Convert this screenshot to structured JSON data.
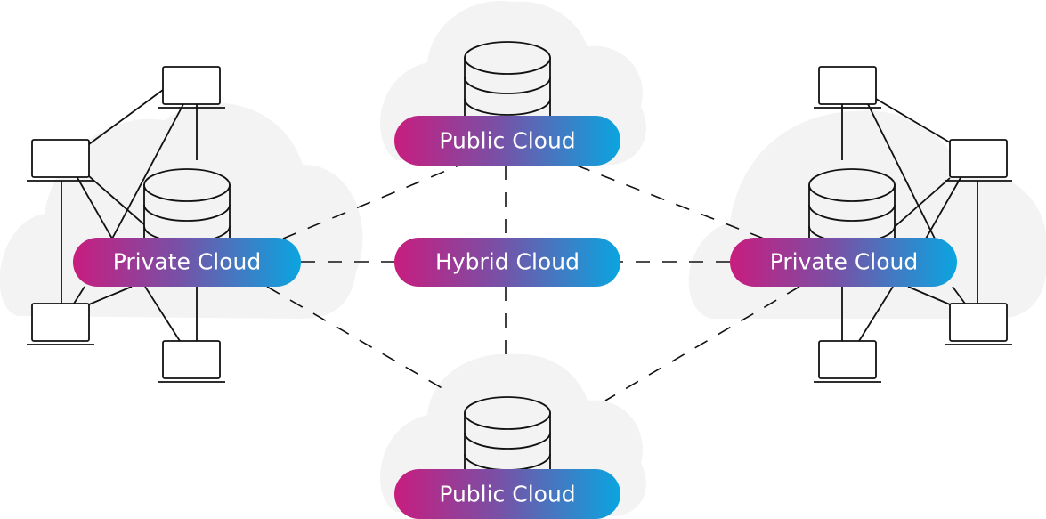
{
  "diagram": {
    "title": "Hybrid cloud architecture",
    "colors": {
      "gradient_start": "#c81d7f",
      "gradient_mid": "#7a4fa5",
      "gradient_end": "#0aa5e0",
      "cloud_background": "#f3f3f3",
      "line": "#111111",
      "label_text": "#ffffff"
    },
    "nodes": {
      "private_left": {
        "label": "Private Cloud",
        "icon": "database-icon",
        "connected_devices": 4
      },
      "public_top": {
        "label": "Public Cloud",
        "icon": "database-icon"
      },
      "hybrid_center": {
        "label": "Hybrid Cloud"
      },
      "private_right": {
        "label": "Private Cloud",
        "icon": "database-icon",
        "connected_devices": 4
      },
      "public_bottom": {
        "label": "Public Cloud",
        "icon": "database-icon"
      }
    },
    "connections": [
      {
        "from": "private_left",
        "to": "public_top",
        "style": "dashed"
      },
      {
        "from": "private_left",
        "to": "hybrid_center",
        "style": "dashed"
      },
      {
        "from": "private_left",
        "to": "public_bottom",
        "style": "dashed"
      },
      {
        "from": "public_top",
        "to": "hybrid_center",
        "style": "dashed"
      },
      {
        "from": "hybrid_center",
        "to": "public_bottom",
        "style": "dashed"
      },
      {
        "from": "private_right",
        "to": "public_top",
        "style": "dashed"
      },
      {
        "from": "private_right",
        "to": "hybrid_center",
        "style": "dashed"
      },
      {
        "from": "private_right",
        "to": "public_bottom",
        "style": "dashed"
      }
    ]
  }
}
